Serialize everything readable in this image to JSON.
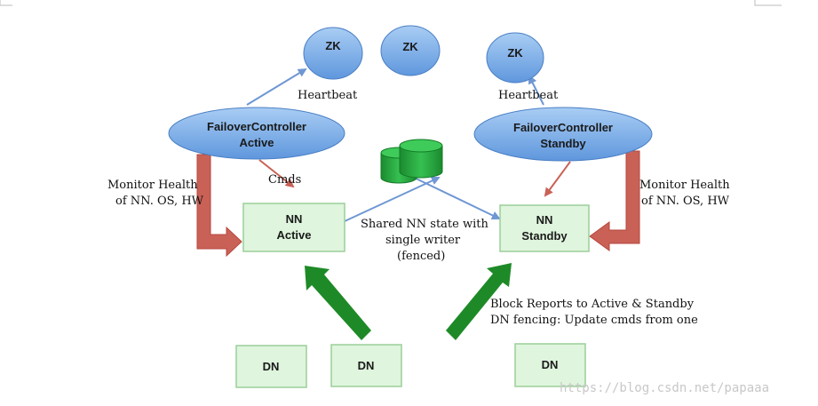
{
  "colors": {
    "ellipse_fill": "#7fb0ea",
    "ellipse_stroke": "#4a7fc4",
    "box_fill": "#dff5dd",
    "box_stroke": "#9ccf9a",
    "red_arrow": "#c96157",
    "green_arrow": "#1e8a27",
    "blue_arrow": "#6f97d3",
    "cylinder": "#23a13a"
  },
  "nodes": {
    "zk_left": "ZK",
    "zk_middle": "ZK",
    "zk_right": "ZK",
    "fc_active_line1": "FailoverController",
    "fc_active_line2": "Active",
    "fc_standby_line1": "FailoverController",
    "fc_standby_line2": "Standby",
    "nn_active_line1": "NN",
    "nn_active_line2": "Active",
    "nn_standby_line1": "NN",
    "nn_standby_line2": "Standby",
    "dn_1": "DN",
    "dn_2": "DN",
    "dn_3": "DN"
  },
  "labels": {
    "heartbeat_left": "Heartbeat",
    "heartbeat_right": "Heartbeat",
    "cmds": "Cmds",
    "monitor_left_1": "Monitor Health",
    "monitor_left_2": "of NN. OS, HW",
    "monitor_right_1": "Monitor Health",
    "monitor_right_2": "of NN. OS, HW",
    "shared_1": "Shared NN state with",
    "shared_2": "single writer",
    "shared_3": "(fenced)",
    "block_1": "Block Reports to Active & Standby",
    "block_2": "DN fencing: Update cmds from one"
  },
  "watermark": "https://blog.csdn.net/papaaa"
}
